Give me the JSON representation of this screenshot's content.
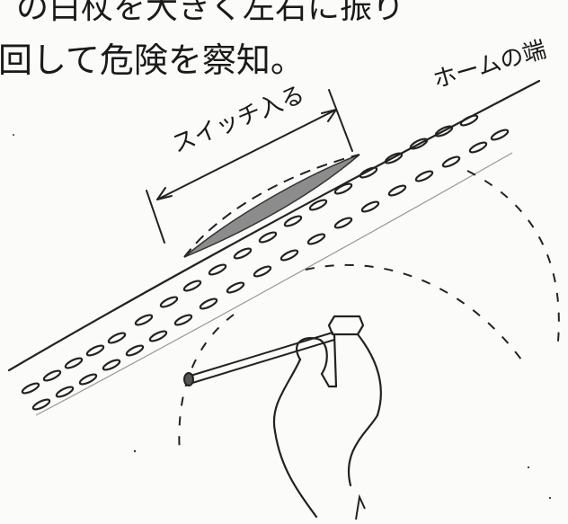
{
  "caption": {
    "line1": "の白杖を大きく左右に振り",
    "line2": "回して危険を察知。"
  },
  "labels": {
    "switch_in": "スイッチ入る",
    "platform_edge": "ホームの端"
  }
}
